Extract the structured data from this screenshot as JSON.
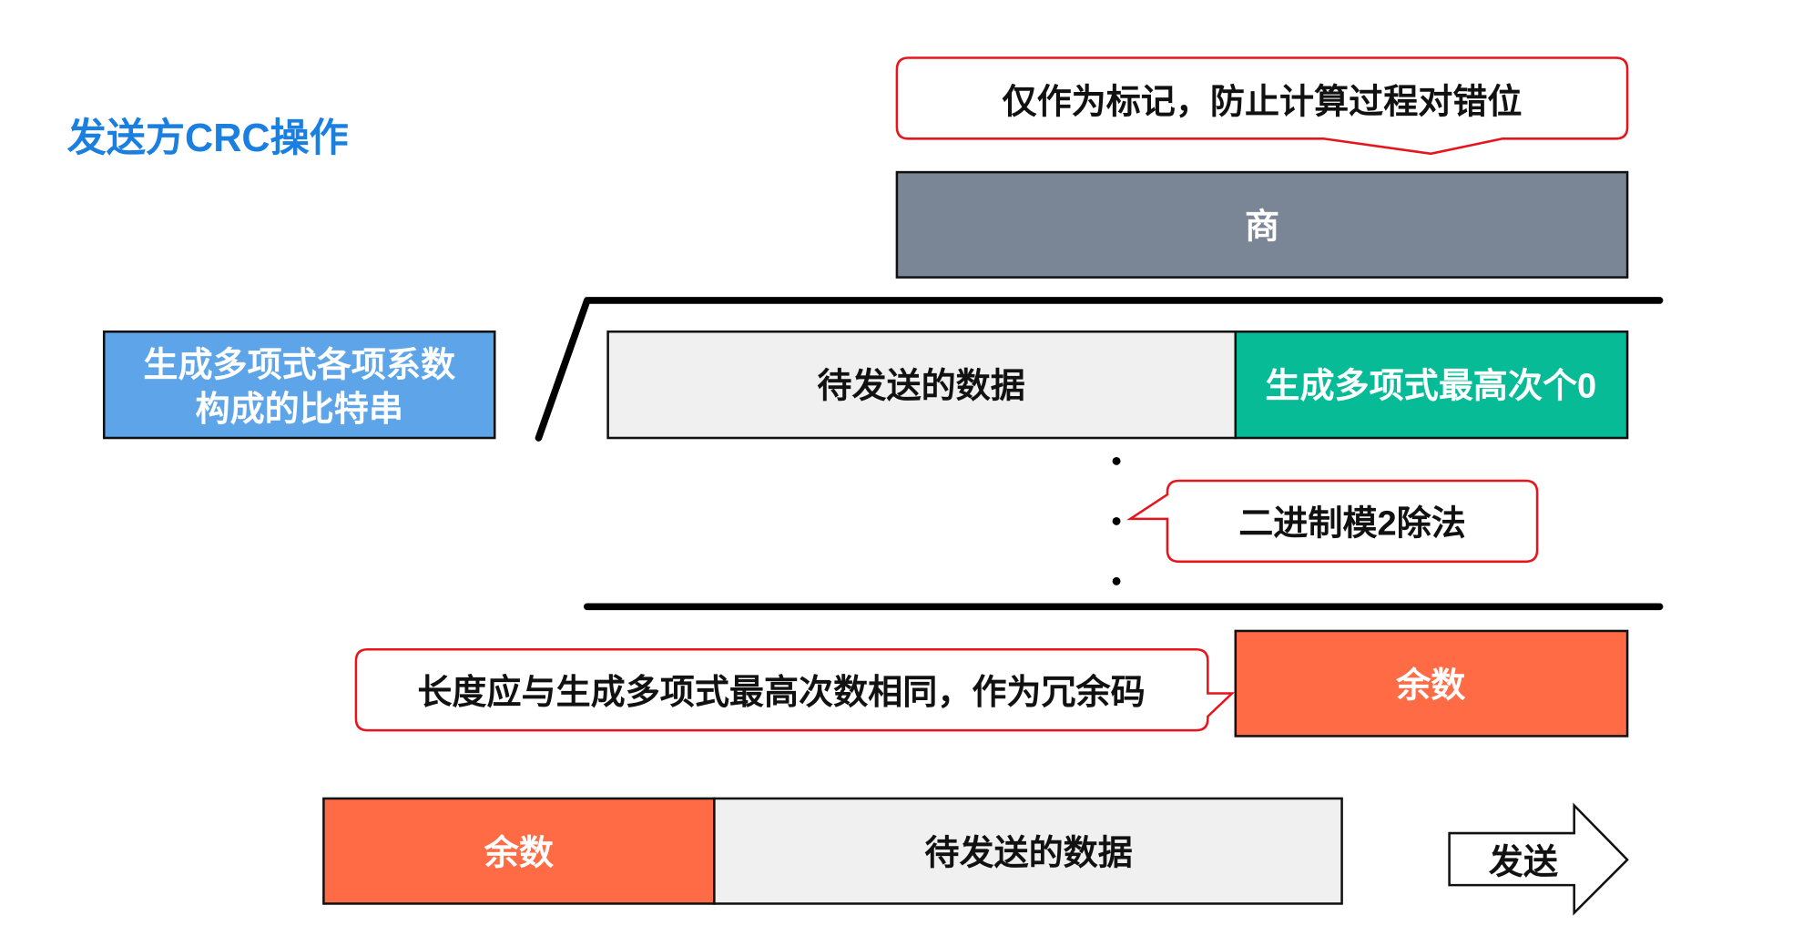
{
  "title": "发送方CRC操作",
  "callouts": {
    "marker_note": "仅作为标记，防止计算过程对错位",
    "division_note": "二进制模2除法",
    "remainder_note": "长度应与生成多项式最高次数相同，作为冗余码"
  },
  "quotient_label": "商",
  "divisor": {
    "line1": "生成多项式各项系数",
    "line2": "构成的比特串"
  },
  "dividend": {
    "data_label": "待发送的数据",
    "zeros_label": "生成多项式最高次个0"
  },
  "remainder_label": "余数",
  "frame": {
    "remainder_label": "余数",
    "data_label": "待发送的数据"
  },
  "send_label": "发送",
  "colors": {
    "title": "#1a7fe0",
    "quotient": "#7a8596",
    "divisor": "#5da5e8",
    "data": "#f0f0f0",
    "zeros": "#07bb97",
    "remainder": "#ff6b45",
    "callout_border": "#e8141c"
  }
}
